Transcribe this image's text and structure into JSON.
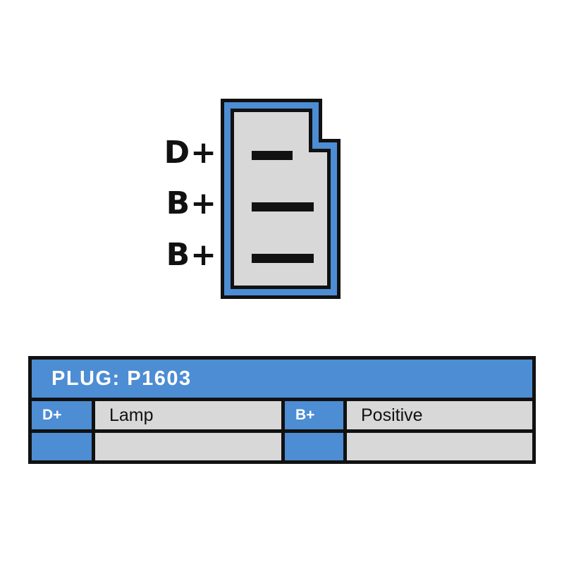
{
  "colors": {
    "accent_blue": "#4d8dd3",
    "cell_gray": "#d8d8d8",
    "line_black": "#111111",
    "text_white": "#ffffff",
    "page_background": "#ffffff"
  },
  "connector": {
    "pins": [
      {
        "label": "D+"
      },
      {
        "label": "B+"
      },
      {
        "label": "B+"
      }
    ]
  },
  "table": {
    "title": "PLUG: P1603",
    "rows": [
      {
        "cells": [
          {
            "pin": "D+",
            "desc": "Lamp"
          },
          {
            "pin": "B+",
            "desc": "Positive"
          }
        ]
      },
      {
        "cells": [
          {
            "pin": "",
            "desc": ""
          },
          {
            "pin": "",
            "desc": ""
          }
        ]
      }
    ]
  }
}
